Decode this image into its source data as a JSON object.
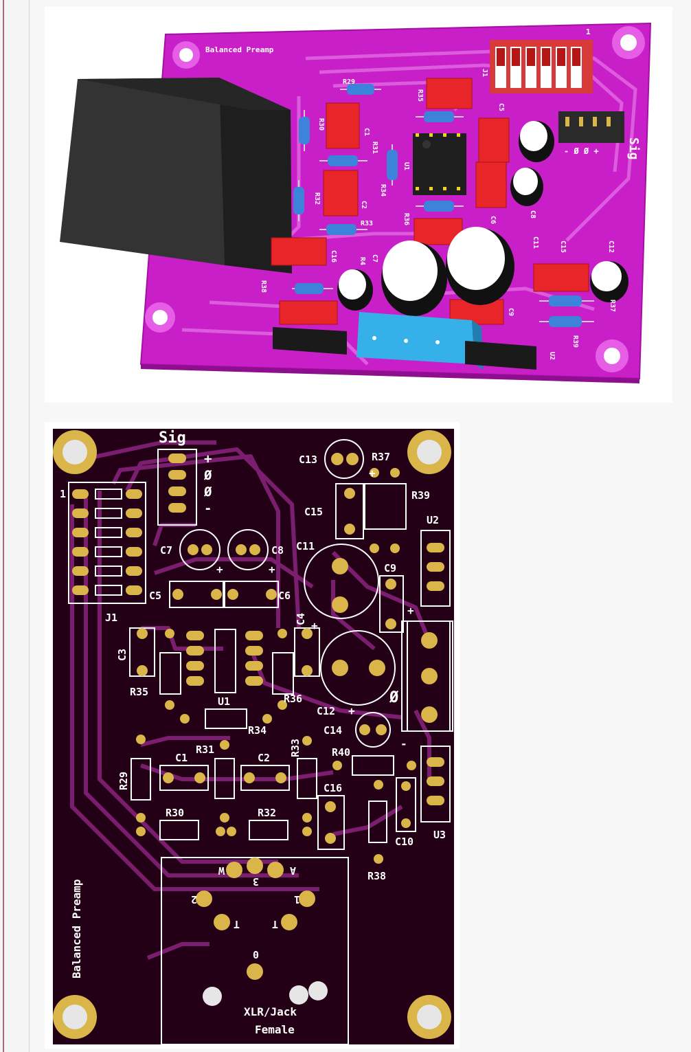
{
  "board": {
    "title": "Balanced Preamp",
    "connector_label_line1": "XLR/Jack",
    "connector_label_line2": "Female",
    "header_sig": "Sig",
    "sig_pins": [
      "+",
      "Ø",
      "Ø",
      "-"
    ],
    "connector_pins": [
      "W",
      "3",
      "A",
      "2",
      "1",
      "T",
      "T",
      "0"
    ]
  },
  "render3d": {
    "labels": [
      "R29",
      "R35",
      "R30",
      "C1",
      "R31",
      "U1",
      "R34",
      "R32",
      "C2",
      "R33",
      "R36",
      "C16",
      "R4",
      "R38",
      "C9",
      "C8",
      "C6",
      "C11",
      "C15",
      "C12",
      "R37",
      "R39",
      "U2",
      "J1",
      "C5",
      "C7"
    ],
    "sig_label": "Sig",
    "sig_marks": "- Ø Ø +",
    "dip_index": "1"
  },
  "pcb2d": {
    "labels": [
      {
        "id": "J1",
        "text": "J1"
      },
      {
        "id": "C13",
        "text": "C13"
      },
      {
        "id": "R37",
        "text": "R37"
      },
      {
        "id": "R39",
        "text": "R39"
      },
      {
        "id": "C15",
        "text": "C15"
      },
      {
        "id": "U2",
        "text": "U2"
      },
      {
        "id": "C7",
        "text": "C7"
      },
      {
        "id": "C8",
        "text": "C8"
      },
      {
        "id": "C11",
        "text": "C11"
      },
      {
        "id": "C9",
        "text": "C9"
      },
      {
        "id": "C5",
        "text": "C5"
      },
      {
        "id": "C6",
        "text": "C6"
      },
      {
        "id": "C4",
        "text": "C4"
      },
      {
        "id": "C3",
        "text": "C3"
      },
      {
        "id": "R35",
        "text": "R35"
      },
      {
        "id": "U1",
        "text": "U1"
      },
      {
        "id": "R36",
        "text": "R36"
      },
      {
        "id": "R34",
        "text": "R34"
      },
      {
        "id": "C12",
        "text": "C12"
      },
      {
        "id": "C14",
        "text": "C14"
      },
      {
        "id": "R29",
        "text": "R29"
      },
      {
        "id": "C1",
        "text": "C1"
      },
      {
        "id": "R31",
        "text": "R31"
      },
      {
        "id": "C2",
        "text": "C2"
      },
      {
        "id": "R33",
        "text": "R33"
      },
      {
        "id": "R40",
        "text": "R40"
      },
      {
        "id": "C16",
        "text": "C16"
      },
      {
        "id": "R30",
        "text": "R30"
      },
      {
        "id": "R32",
        "text": "R32"
      },
      {
        "id": "C10",
        "text": "C10"
      },
      {
        "id": "U3",
        "text": "U3"
      },
      {
        "id": "R38",
        "text": "R38"
      }
    ],
    "pin1": "1",
    "plus": "+",
    "minus": "-",
    "zero": "Ø"
  },
  "colors": {
    "pcb_3d": "#cc22cc",
    "pcb_2d": "#1f0014",
    "trace": "#7a1f6e",
    "pad": "#d9b54a",
    "resistor": "#3a7bd5",
    "cap_film": "#e02020",
    "jack": "#2a2a2a",
    "terminal": "#33a8e0"
  }
}
